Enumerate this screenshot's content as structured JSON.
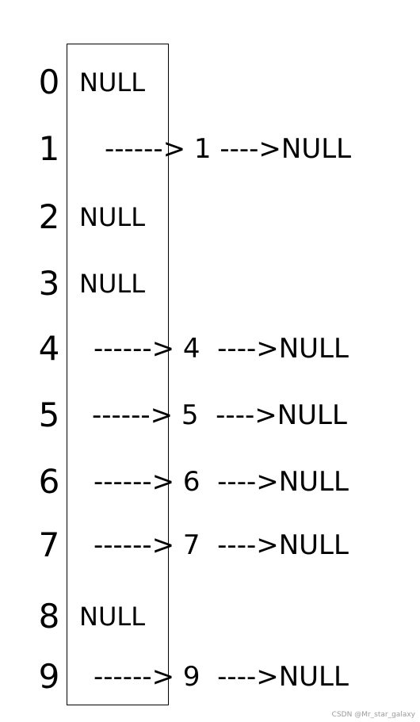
{
  "rows": [
    {
      "index": "0",
      "cell": "NULL",
      "chain": ""
    },
    {
      "index": "1",
      "cell": "",
      "chain": "------> 1 ---->NULL"
    },
    {
      "index": "2",
      "cell": "NULL",
      "chain": ""
    },
    {
      "index": "3",
      "cell": "NULL",
      "chain": ""
    },
    {
      "index": "4",
      "cell": "",
      "chain": "------> 4  ---->NULL"
    },
    {
      "index": "5",
      "cell": "",
      "chain": "------> 5  ---->NULL"
    },
    {
      "index": "6",
      "cell": "",
      "chain": "------> 6  ---->NULL"
    },
    {
      "index": "7",
      "cell": "",
      "chain": "------> 7  ---->NULL"
    },
    {
      "index": "8",
      "cell": "NULL",
      "chain": ""
    },
    {
      "index": "9",
      "cell": "",
      "chain": "------> 9  ---->NULL"
    }
  ],
  "watermark": "CSDN @Mr_star_galaxy"
}
